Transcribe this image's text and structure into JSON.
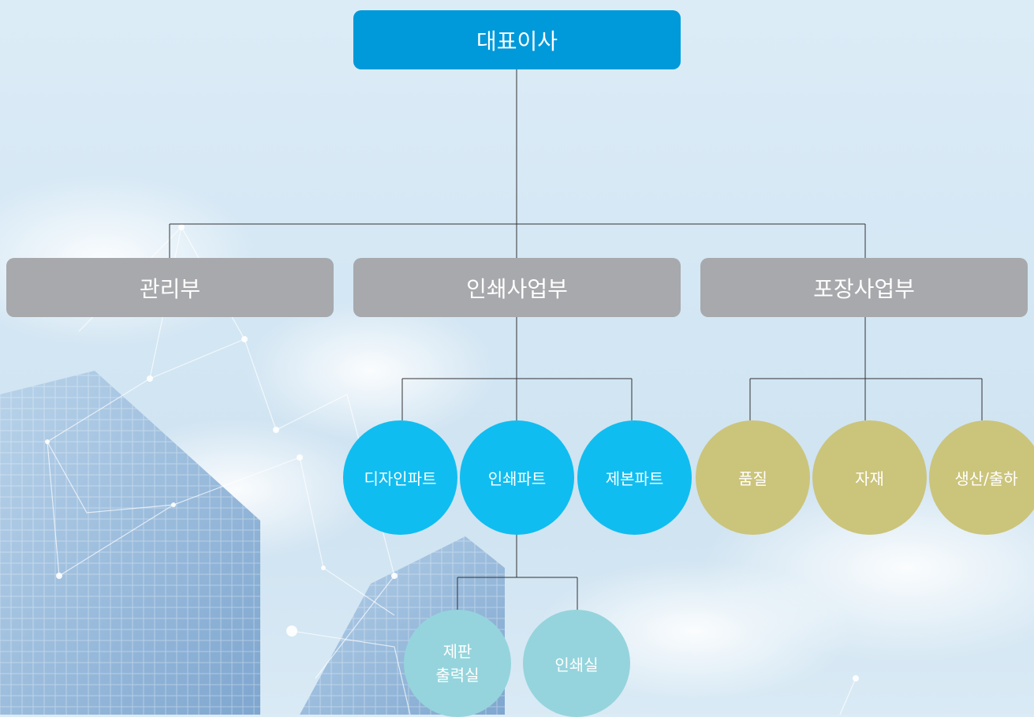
{
  "ceo": {
    "label": "대표이사"
  },
  "departments": [
    {
      "label": "관리부"
    },
    {
      "label": "인쇄사업부"
    },
    {
      "label": "포장사업부"
    }
  ],
  "print_parts": [
    {
      "label": "디자인파트"
    },
    {
      "label": "인쇄파트"
    },
    {
      "label": "제본파트"
    }
  ],
  "pack_parts": [
    {
      "label": "품질"
    },
    {
      "label": "자재"
    },
    {
      "label": "생산/출하"
    }
  ],
  "print_subparts": [
    {
      "line1": "제판",
      "line2": "출력실"
    },
    {
      "label": "인쇄실"
    }
  ],
  "colors": {
    "ceo": "#0099da",
    "department": "#a7a9ac",
    "print_part": "#10bdf0",
    "pack_part": "#cbc47b",
    "sub_part": "#95d4dc",
    "connector": "#333333"
  }
}
